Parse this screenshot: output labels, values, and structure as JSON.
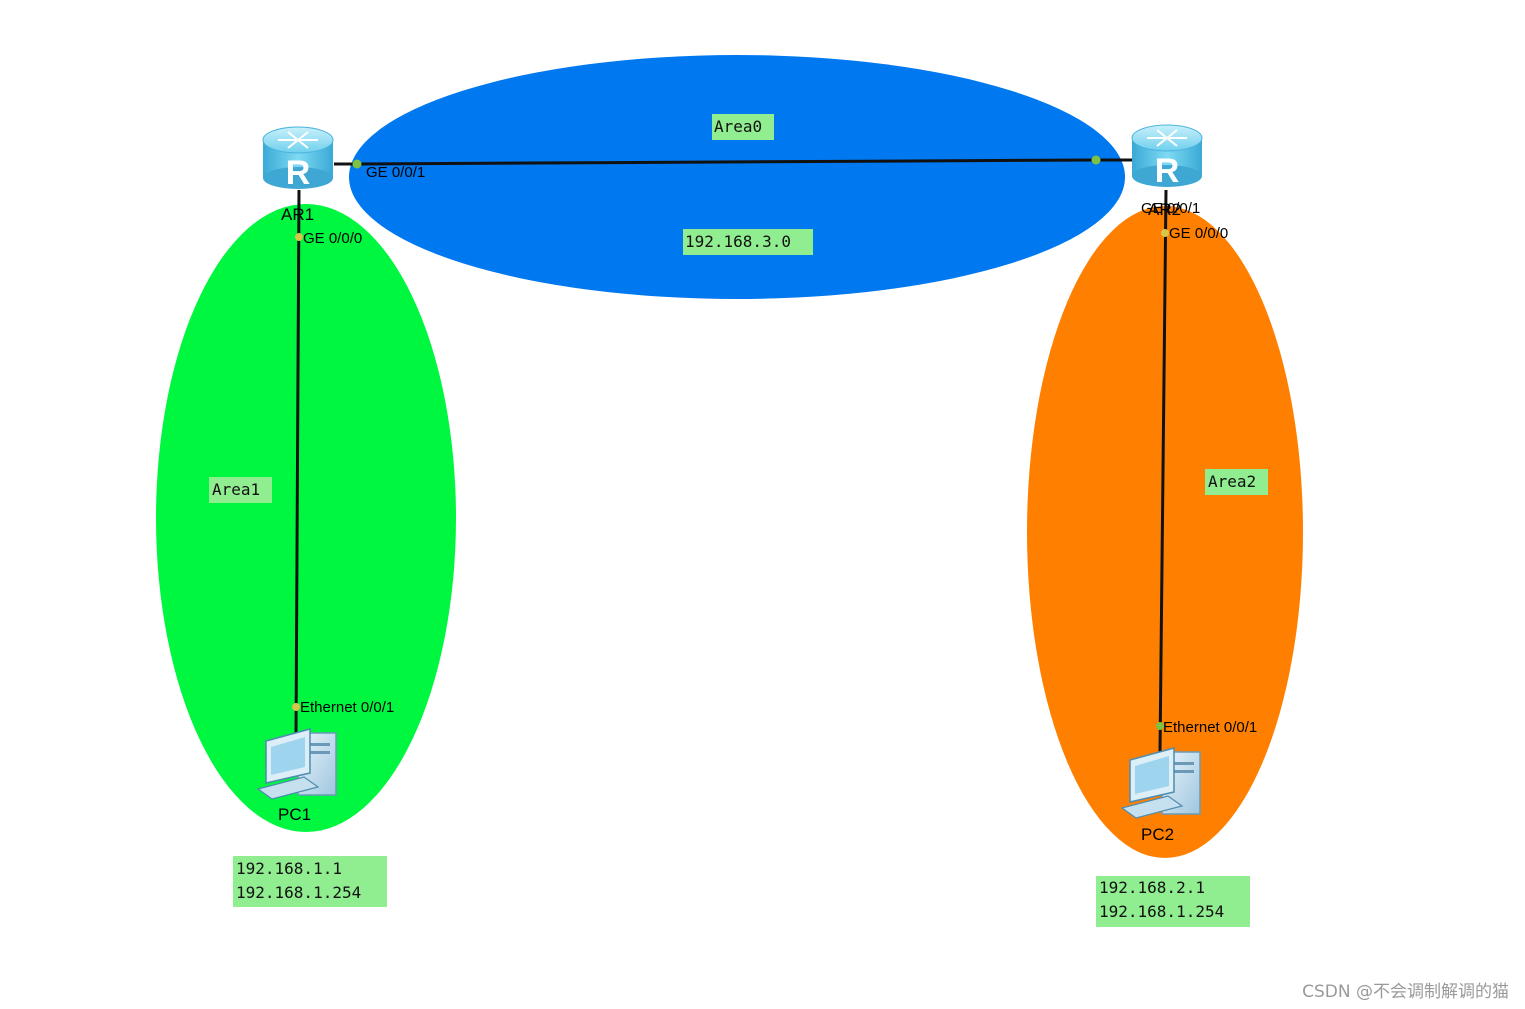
{
  "diagram": {
    "areas": [
      {
        "id": "area0",
        "label": "Area0",
        "network": "192.168.3.0",
        "color": "#0078f0"
      },
      {
        "id": "area1",
        "label": "Area1",
        "color": "#00f73f"
      },
      {
        "id": "area2",
        "label": "Area2",
        "color": "#ff8000"
      }
    ],
    "routers": [
      {
        "id": "ar1",
        "name": "AR1",
        "interfaces": [
          "GE 0/0/1",
          "GE 0/0/0"
        ]
      },
      {
        "id": "ar2",
        "name": "AR2",
        "interfaces": [
          "GE 0/0/1",
          "GE 0/0/0"
        ]
      }
    ],
    "pcs": [
      {
        "id": "pc1",
        "name": "PC1",
        "interface": "Ethernet 0/0/1",
        "ip": "192.168.1.1",
        "gateway": "192.168.1.254"
      },
      {
        "id": "pc2",
        "name": "PC2",
        "interface": "Ethernet 0/0/1",
        "ip": "192.168.2.1",
        "gateway": "192.168.1.254"
      }
    ],
    "label_bg": "#90ee90",
    "port_color": "#7dc243",
    "router_color": "#5cc8ea"
  },
  "watermark": "CSDN @不会调制解调的猫"
}
